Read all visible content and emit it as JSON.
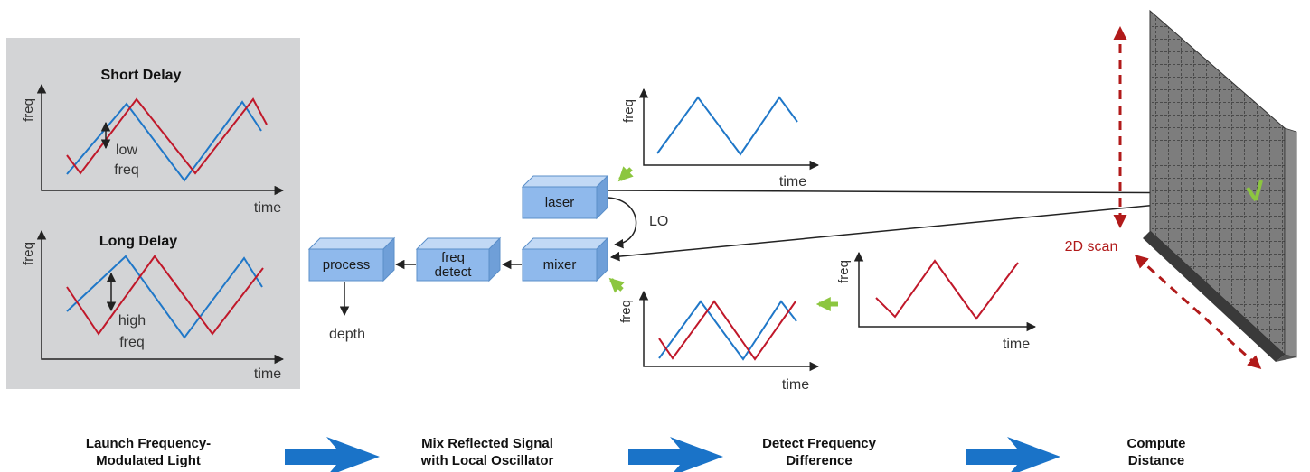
{
  "panel_short": {
    "title": "Short Delay",
    "ylabel": "freq",
    "xlabel": "time",
    "note_line1": "low",
    "note_line2": "freq"
  },
  "panel_long": {
    "title": "Long Delay",
    "ylabel": "freq",
    "xlabel": "time",
    "note_line1": "high",
    "note_line2": "freq"
  },
  "blocks": {
    "laser": "laser",
    "mixer": "mixer",
    "freq_detect_line1": "freq",
    "freq_detect_line2": "detect",
    "process": "process"
  },
  "labels": {
    "lo": "LO",
    "depth": "depth",
    "scan": "2D scan"
  },
  "mini_tx": {
    "ylabel": "freq",
    "xlabel": "time"
  },
  "mini_mix": {
    "ylabel": "freq",
    "xlabel": "time"
  },
  "mini_rx": {
    "ylabel": "freq",
    "xlabel": "time"
  },
  "steps": [
    {
      "line1": "Launch Frequency-",
      "line2": "Modulated Light"
    },
    {
      "line1": "Mix Reflected Signal",
      "line2": "with Local Oscillator"
    },
    {
      "line1": "Detect Frequency",
      "line2": "Difference"
    },
    {
      "line1": "Compute",
      "line2": "Distance"
    }
  ],
  "colors": {
    "blue_signal": "#1f77c8",
    "red_signal": "#c0182a",
    "block_fill": "#8fb9ec",
    "green_arrow": "#8cc63f",
    "scan_red": "#b11a1a",
    "step_arrow": "#1a73c8"
  }
}
